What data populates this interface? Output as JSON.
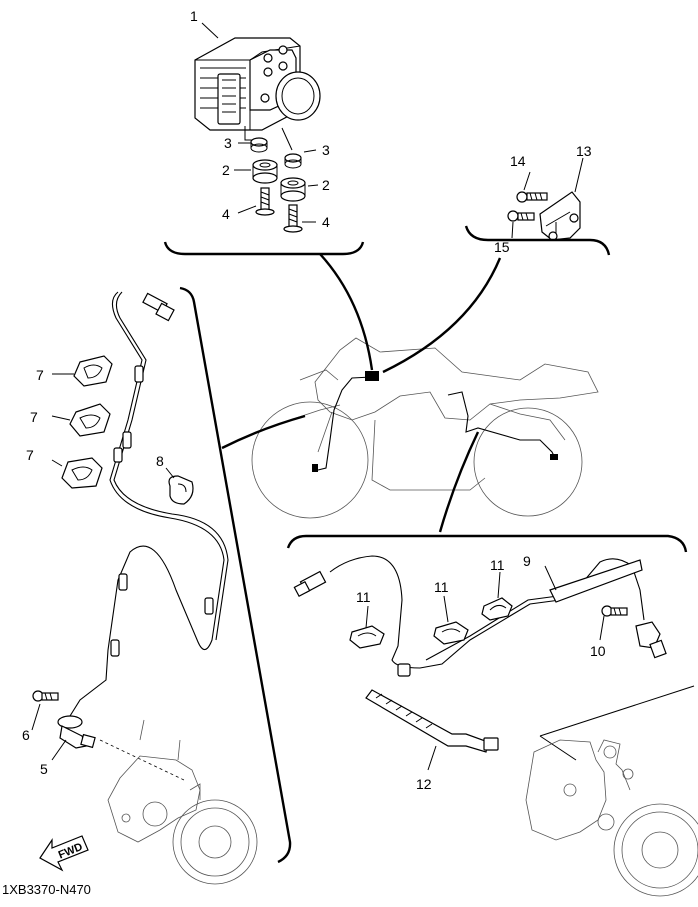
{
  "diagram_code": "1XB3370-N470",
  "fwd_label": "FWD",
  "callouts": [
    {
      "key": "c1",
      "text": "1"
    },
    {
      "key": "c3a",
      "text": "3"
    },
    {
      "key": "c3b",
      "text": "3"
    },
    {
      "key": "c2a",
      "text": "2"
    },
    {
      "key": "c2b",
      "text": "2"
    },
    {
      "key": "c4a",
      "text": "4"
    },
    {
      "key": "c4b",
      "text": "4"
    },
    {
      "key": "c14",
      "text": "14"
    },
    {
      "key": "c13",
      "text": "13"
    },
    {
      "key": "c15",
      "text": "15"
    },
    {
      "key": "c7a",
      "text": "7"
    },
    {
      "key": "c7b",
      "text": "7"
    },
    {
      "key": "c7c",
      "text": "7"
    },
    {
      "key": "c8",
      "text": "8"
    },
    {
      "key": "c6",
      "text": "6"
    },
    {
      "key": "c5",
      "text": "5"
    },
    {
      "key": "c9",
      "text": "9"
    },
    {
      "key": "c11a",
      "text": "11"
    },
    {
      "key": "c11b",
      "text": "11"
    },
    {
      "key": "c11c",
      "text": "11"
    },
    {
      "key": "c10",
      "text": "10"
    },
    {
      "key": "c12",
      "text": "12"
    }
  ]
}
